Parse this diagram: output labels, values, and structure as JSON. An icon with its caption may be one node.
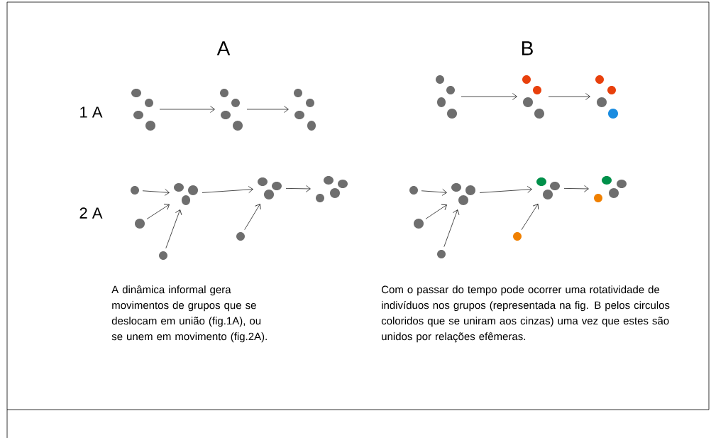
{
  "diagram": {
    "nodes": [
      {
        "text": [],
        "shape": "dots"
      },
      {
        "text": [],
        "shape": "dots"
      },
      {
        "text": [],
        "shape": "dots"
      },
      {
        "text": [],
        "shape": "dots"
      },
      {
        "text": [],
        "shape": "dots"
      },
      {
        "text": [],
        "shape": "dots"
      },
      {
        "text": [],
        "shape": "circle"
      },
      {
        "text": [],
        "shape": "dots"
      },
      {
        "text": [],
        "shape": "circle"
      },
      {
        "text": [],
        "shape": "circle"
      },
      {
        "text": [],
        "shape": "dots"
      },
      {
        "text": [],
        "shape": "circle"
      },
      {
        "text": [],
        "shape": "dots"
      },
      {
        "text": [],
        "shape": "circle"
      },
      {
        "text": [],
        "shape": "dots"
      },
      {
        "text": [],
        "shape": "circle"
      },
      {
        "text": [],
        "shape": "circle"
      },
      {
        "text": [],
        "shape": "dots"
      },
      {
        "text": [],
        "shape": "circle"
      },
      {
        "text": [],
        "shape": "dots"
      }
    ],
    "edges": [
      {
        "from": 0,
        "to": 1,
        "arrow": "to"
      },
      {
        "from": 1,
        "to": 2,
        "arrow": "to"
      },
      {
        "from": 3,
        "to": 4,
        "arrow": "to"
      },
      {
        "from": 4,
        "to": 5,
        "arrow": "to"
      },
      {
        "from": 6,
        "to": 7,
        "arrow": "to"
      },
      {
        "from": 8,
        "to": 7,
        "arrow": "to"
      },
      {
        "from": 9,
        "to": 7,
        "arrow": "to"
      },
      {
        "from": 7,
        "to": 10,
        "arrow": "to"
      },
      {
        "from": 11,
        "to": 10,
        "arrow": "to"
      },
      {
        "from": 10,
        "to": 12,
        "arrow": "to"
      },
      {
        "from": 13,
        "to": 14,
        "arrow": "to"
      },
      {
        "from": 15,
        "to": 14,
        "arrow": "to"
      },
      {
        "from": 16,
        "to": 14,
        "arrow": "to"
      },
      {
        "from": 14,
        "to": 17,
        "arrow": "to"
      },
      {
        "from": 18,
        "to": 17,
        "arrow": "to"
      },
      {
        "from": 17,
        "to": 19,
        "arrow": "to"
      }
    ],
    "labels": [
      "A",
      "B",
      "1 A",
      "2 A",
      "A dinâmica informal gera movimentos de grupos que se deslocam em união (fig.1A), ou se unem em movimento (fig.2A).",
      "Com o passar do tempo pode ocorrer uma rotatividade de indivíduos nos grupos (representada na fig. B pelos circulos coloridos que se uniram aos cinzas) uma vez que estes são unidos por relações  efêmeras."
    ]
  }
}
